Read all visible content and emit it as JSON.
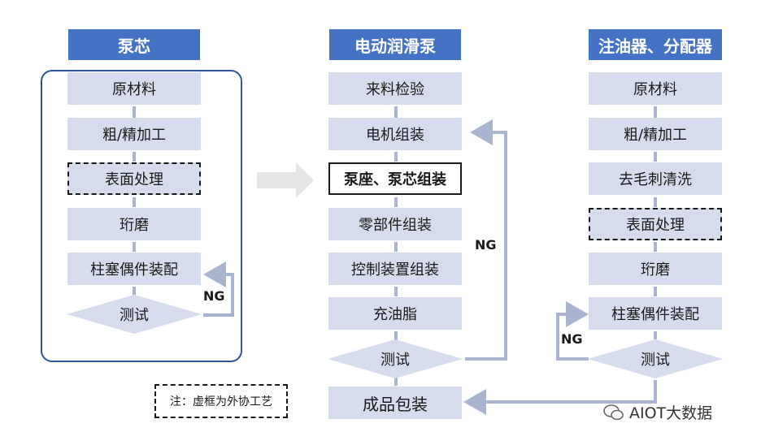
{
  "col1": {
    "header": "泵芯",
    "steps": [
      "原材料",
      "粗/精加工",
      "表面处理",
      "珩磨",
      "柱塞偶件装配"
    ],
    "test": "测试",
    "ng": "NG"
  },
  "col2": {
    "header": "电动润滑泵",
    "steps": [
      "来料检验",
      "电机组装",
      "泵座、泵芯组装",
      "零部件组装",
      "控制装置组装",
      "充油脂"
    ],
    "test": "测试",
    "final": "成品包装",
    "ng": "NG"
  },
  "col3": {
    "header": "注油器、分配器",
    "steps": [
      "原材料",
      "粗/精加工",
      "去毛刺清洗",
      "表面处理",
      "珩磨",
      "柱塞偶件装配"
    ],
    "test": "测试",
    "ng": "NG"
  },
  "note": "注：虚框为外协工艺",
  "watermark": "AIOT大数据",
  "colors": {
    "header": "#4472c4",
    "box": "#d6dbed",
    "arrow": "#a9b4d0",
    "frame": "#2f5597"
  }
}
